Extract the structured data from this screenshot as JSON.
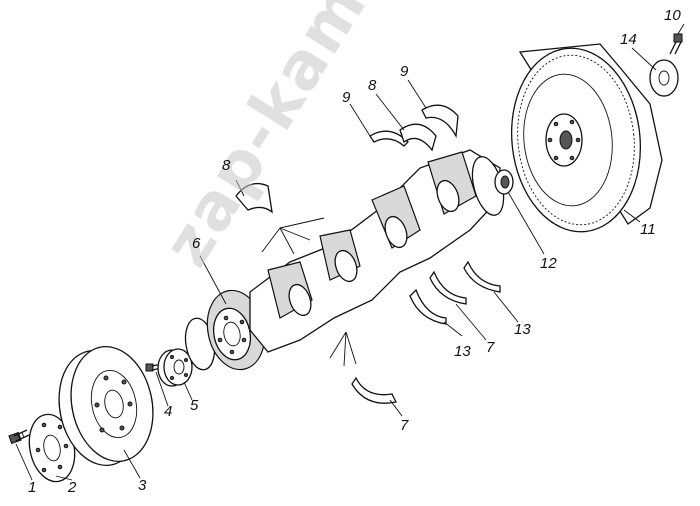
{
  "callouts": [
    {
      "id": "c1",
      "text": "1"
    },
    {
      "id": "c2",
      "text": "2"
    },
    {
      "id": "c3",
      "text": "3"
    },
    {
      "id": "c4",
      "text": "4"
    },
    {
      "id": "c5",
      "text": "5"
    },
    {
      "id": "c6",
      "text": "6"
    },
    {
      "id": "c7a",
      "text": "7"
    },
    {
      "id": "c7b",
      "text": "7"
    },
    {
      "id": "c8a",
      "text": "8"
    },
    {
      "id": "c8b",
      "text": "8"
    },
    {
      "id": "c9a",
      "text": "9"
    },
    {
      "id": "c9b",
      "text": "9"
    },
    {
      "id": "c10",
      "text": "10"
    },
    {
      "id": "c11",
      "text": "11"
    },
    {
      "id": "c12",
      "text": "12"
    },
    {
      "id": "c13a",
      "text": "13"
    },
    {
      "id": "c13b",
      "text": "13"
    },
    {
      "id": "c14",
      "text": "14"
    }
  ],
  "watermark": "zap-kam.ru"
}
